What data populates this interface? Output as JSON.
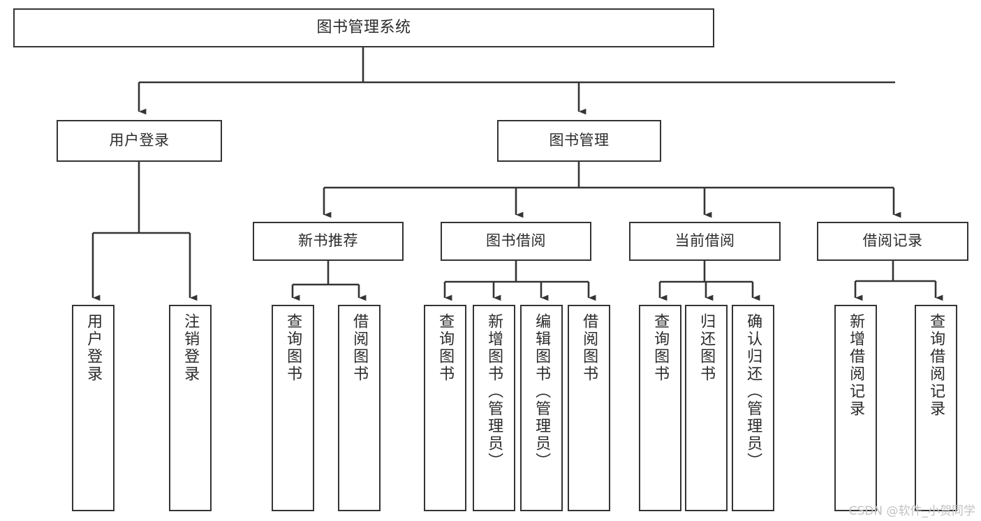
{
  "diagram": {
    "title": "图书管理系统",
    "type": "tree-hierarchy-diagram",
    "theme": {
      "stroke": "#343434",
      "fill": "#ffffff",
      "text": "#2b2b2b",
      "watermark_color": "#c2c2c2"
    },
    "root": {
      "label": "图书管理系统"
    },
    "level2": [
      {
        "label": "用户登录"
      },
      {
        "label": "图书管理"
      }
    ],
    "level3": [
      {
        "label": "新书推荐"
      },
      {
        "label": "图书借阅"
      },
      {
        "label": "当前借阅"
      },
      {
        "label": "借阅记录"
      }
    ],
    "leaves": {
      "user_login": [
        {
          "label": "用户登录"
        },
        {
          "label": "注销登录"
        }
      ],
      "new_book": [
        {
          "label": "查询图书"
        },
        {
          "label": "借阅图书"
        }
      ],
      "book_borrow": [
        {
          "label": "查询图书"
        },
        {
          "label": "新增图书（管理员）"
        },
        {
          "label": "编辑图书（管理员）"
        },
        {
          "label": "借阅图书"
        }
      ],
      "current_borrow": [
        {
          "label": "查询图书"
        },
        {
          "label": "归还图书"
        },
        {
          "label": "确认归还（管理员）"
        }
      ],
      "borrow_record": [
        {
          "label": "新增借阅记录"
        },
        {
          "label": "查询借阅记录"
        }
      ]
    }
  },
  "watermark": {
    "text": "CSDN @软件_小贺同学"
  }
}
